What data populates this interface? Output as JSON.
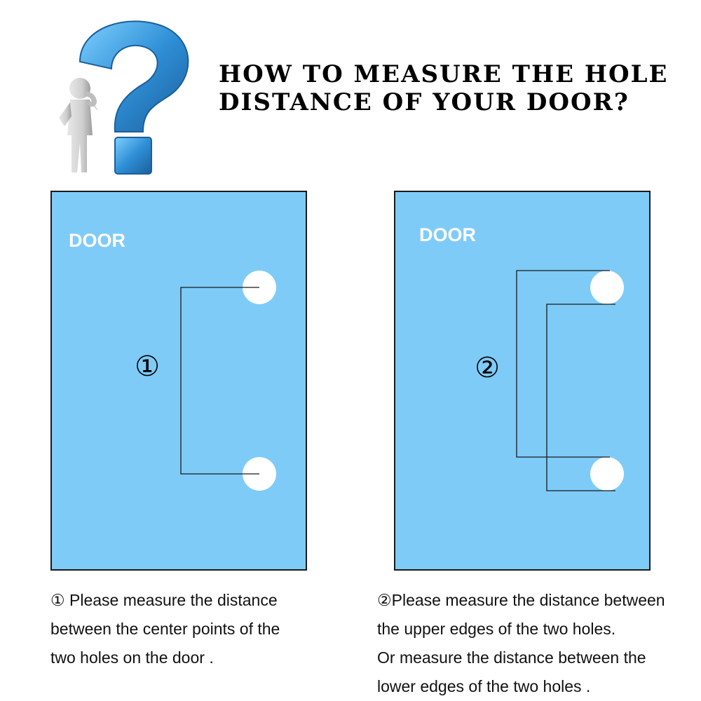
{
  "title": {
    "line1": "HOW TO MEASURE THE HOLE",
    "line2": "DISTANCE OF YOUR DOOR?"
  },
  "illustration": {
    "icon": "question-mark-thinking-figure-icon"
  },
  "colors": {
    "door_fill": "#7ecbf8",
    "door_border": "#1a1a1a",
    "hole_fill": "#ffffff",
    "question_mark": "#2f8fd6",
    "text": "#111111"
  },
  "door1": {
    "label": "DOOR",
    "number": "①"
  },
  "door2": {
    "label": "DOOR",
    "number": "②"
  },
  "caption1": {
    "lines": [
      "①  Please measure the distance",
      "between the center points of the",
      "two holes on the door ."
    ]
  },
  "caption2": {
    "lines": [
      "②Please measure the distance between",
      "the upper edges of the two holes.",
      "Or measure the distance between the",
      "lower edges of the two holes ."
    ]
  }
}
